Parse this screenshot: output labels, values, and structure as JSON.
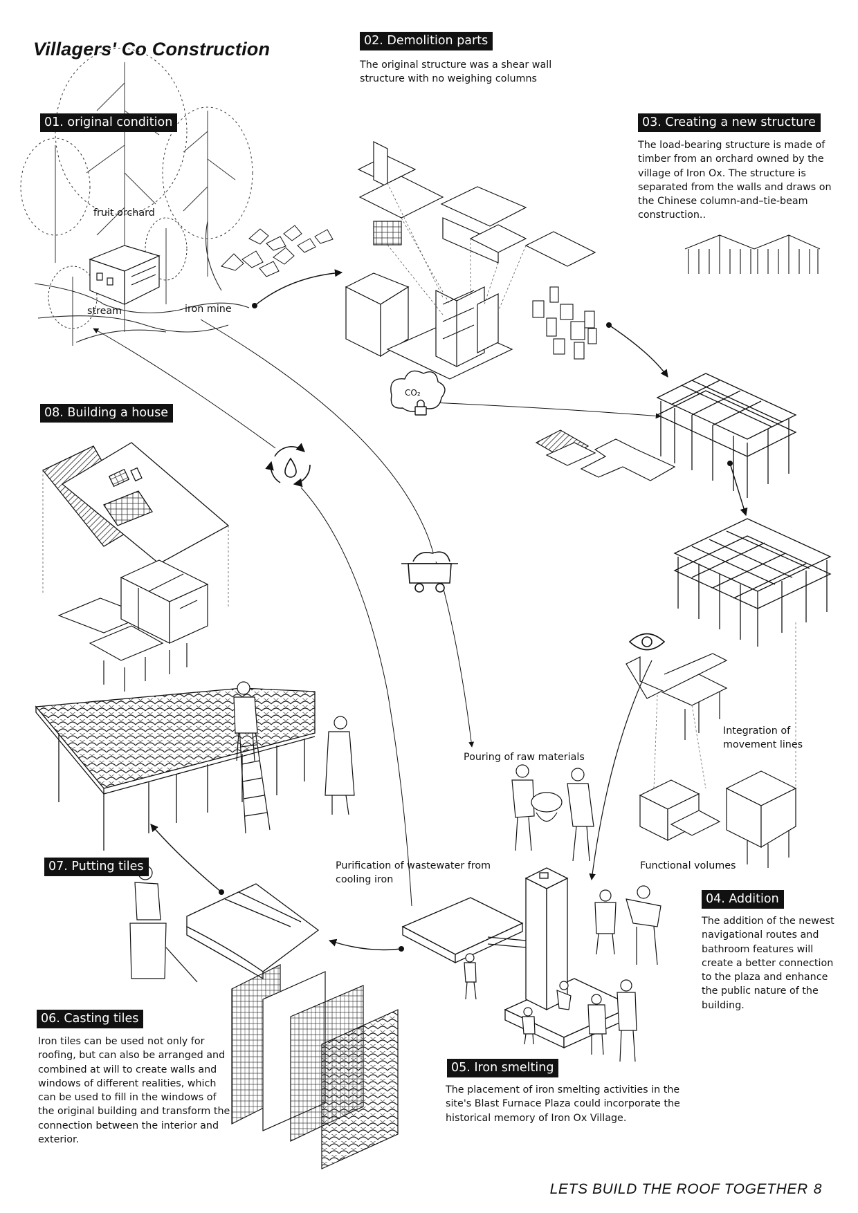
{
  "title": "Villagers' Co Construction",
  "steps": [
    {
      "tag": "01. original condition"
    },
    {
      "tag": "02. Demolition parts",
      "text": "The original structure was a shear wall structure with no weighing columns"
    },
    {
      "tag": "03. Creating a new structure",
      "text": "The load-bearing structure is made of timber from an orchard owned by the village of Iron Ox. The structure is separated from the walls and draws on the Chinese column-and–tie-beam construction.."
    },
    {
      "tag": "04. Addition",
      "text": "The addition of the newest navigational routes and bathroom features will create a better connection to the plaza and enhance the public nature of the building."
    },
    {
      "tag": "05. Iron smelting",
      "text": "The placement of iron smelting activities in the site's Blast Furnace Plaza could incorporate the historical memory of Iron Ox Village."
    },
    {
      "tag": "06. Casting tiles",
      "text": "Iron tiles can be used not only for roofing, but can also be arranged and combined at will to create walls and windows of different realities, which can be used to fill in the windows of the original building and transform the connection between the interior and exterior."
    },
    {
      "tag": "07. Putting tiles"
    },
    {
      "tag": "08. Building a house"
    }
  ],
  "labels": {
    "fruit_orchard": "fruit orchard",
    "stream": "stream",
    "iron_mine": "iron mine",
    "integration": "Integration of movement lines",
    "functional_volumes": "Functional volumes",
    "pouring": "Pouring of raw materials",
    "purification": "Purification of wastewater from cooling iron",
    "co2": "CO₂"
  },
  "icons": [
    "co2-cloud-lock-icon",
    "water-cycle-icon",
    "mine-cart-icon",
    "eye-icon"
  ],
  "footer": {
    "text": "LETS BUILD THE ROOF TOGETHER",
    "page": "8"
  },
  "colors": {
    "ink": "#111111",
    "tag_bg": "#111111",
    "tag_text": "#ffffff",
    "background": "#ffffff"
  }
}
